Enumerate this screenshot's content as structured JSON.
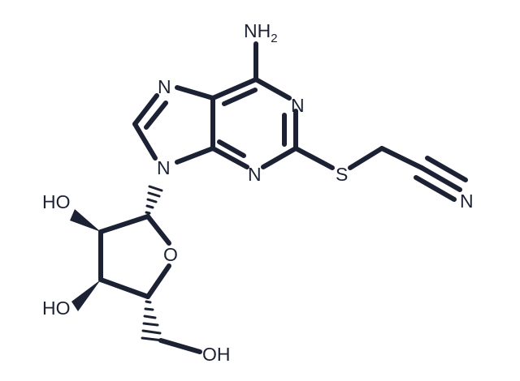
{
  "molecule": {
    "atoms": {
      "nh2": {
        "main": "NH",
        "sub": "2"
      },
      "n1": "N",
      "n3": "N",
      "n7": "N",
      "n9": "N",
      "s": "S",
      "n_nitrile": "N",
      "o_ring": "O",
      "oh_2": "HO",
      "oh_3": "HO",
      "oh_5": "OH"
    }
  },
  "colors": {
    "ink": "#1c2233",
    "background": "#ffffff"
  }
}
